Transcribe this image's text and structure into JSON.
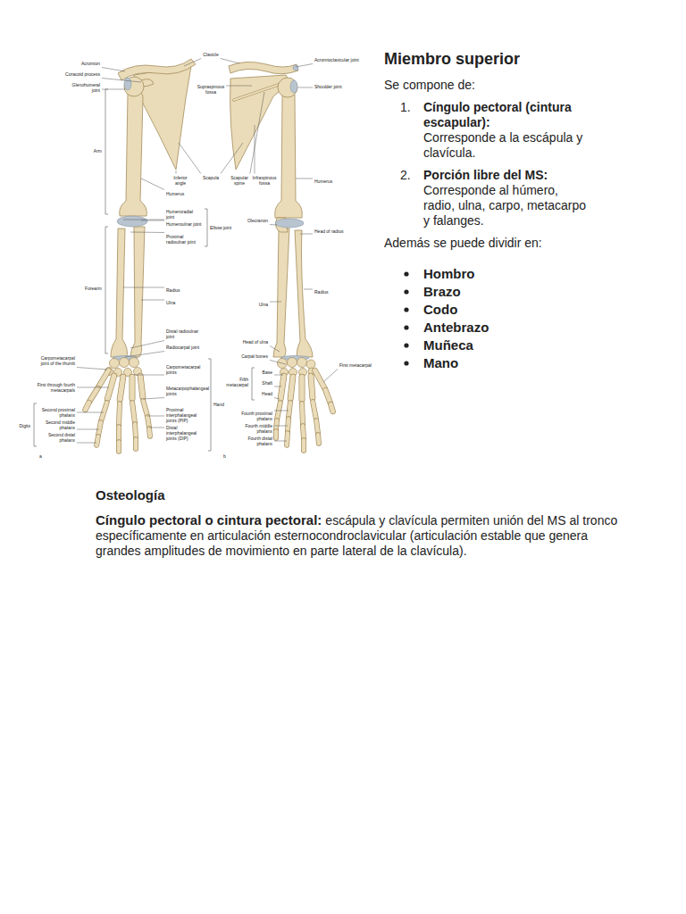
{
  "diagram": {
    "title": "Miembro superior",
    "labels": [
      "Se compone de:",
      "1.",
      "Cíngulo pectoral (cintura escapular):",
      "Corresponde a la escápula y clavícula.",
      "2.",
      "Porción libre del MS:",
      "Corresponde al húmero, radio, ulna, carpo, metacarpo y falanges.",
      "Además se puede dividir en:",
      "Hombro",
      "Brazo",
      "Codo",
      "Antebrazo",
      "Muñeca",
      "Mano",
      "Osteología",
      "Cíngulo pectoral o cintura pectoral:",
      "escápula y clavícula permiten unión del MS al tronco específicamente en articulación esternocondroclavicular (articulación estable que genera grandes amplitudes de movimiento en parte lateral de la clavícula).",
      "Acromion",
      "Coracoid process",
      "Glenohumeral joint",
      "Clavicle",
      "Supraspinous fossa",
      "Acromioclavicular joint",
      "Shoulder joint",
      "Arm",
      "Inferior angle",
      "Scapula",
      "Scapular spine",
      "Infraspinous fossa",
      "Humerus",
      "Humerus",
      "Humeroradial joint",
      "Humeroulnar joint",
      "Proximal radioulnar joint",
      "Elbow joint",
      "Olecranon",
      "Head of radius",
      "Forearm",
      "Radius",
      "Ulna",
      "Ulna",
      "Radius",
      "Distal radioulnar joint",
      "Radiocarpal joint",
      "Head of ulna",
      "Carpal bones",
      "Carpometacarpal joint of the thumb",
      "First metacarpal",
      "Carpometacarpal joints",
      "First through fourth metacarpals",
      "Fifth metacarpal",
      "Base",
      "Shaft",
      "Head",
      "Metacarpophalangeal joints",
      "Hand",
      "Proximal interphalangeal joints (PIP)",
      "Distal interphalangeal joints (DIP)",
      "Second proximal phalanx",
      "Second middle phalanx",
      "Second distal phalanx",
      "Digits",
      "Fourth proximal phalanx",
      "Fourth middle phalanx",
      "Fourth distal phalanx",
      "a",
      "b"
    ]
  }
}
